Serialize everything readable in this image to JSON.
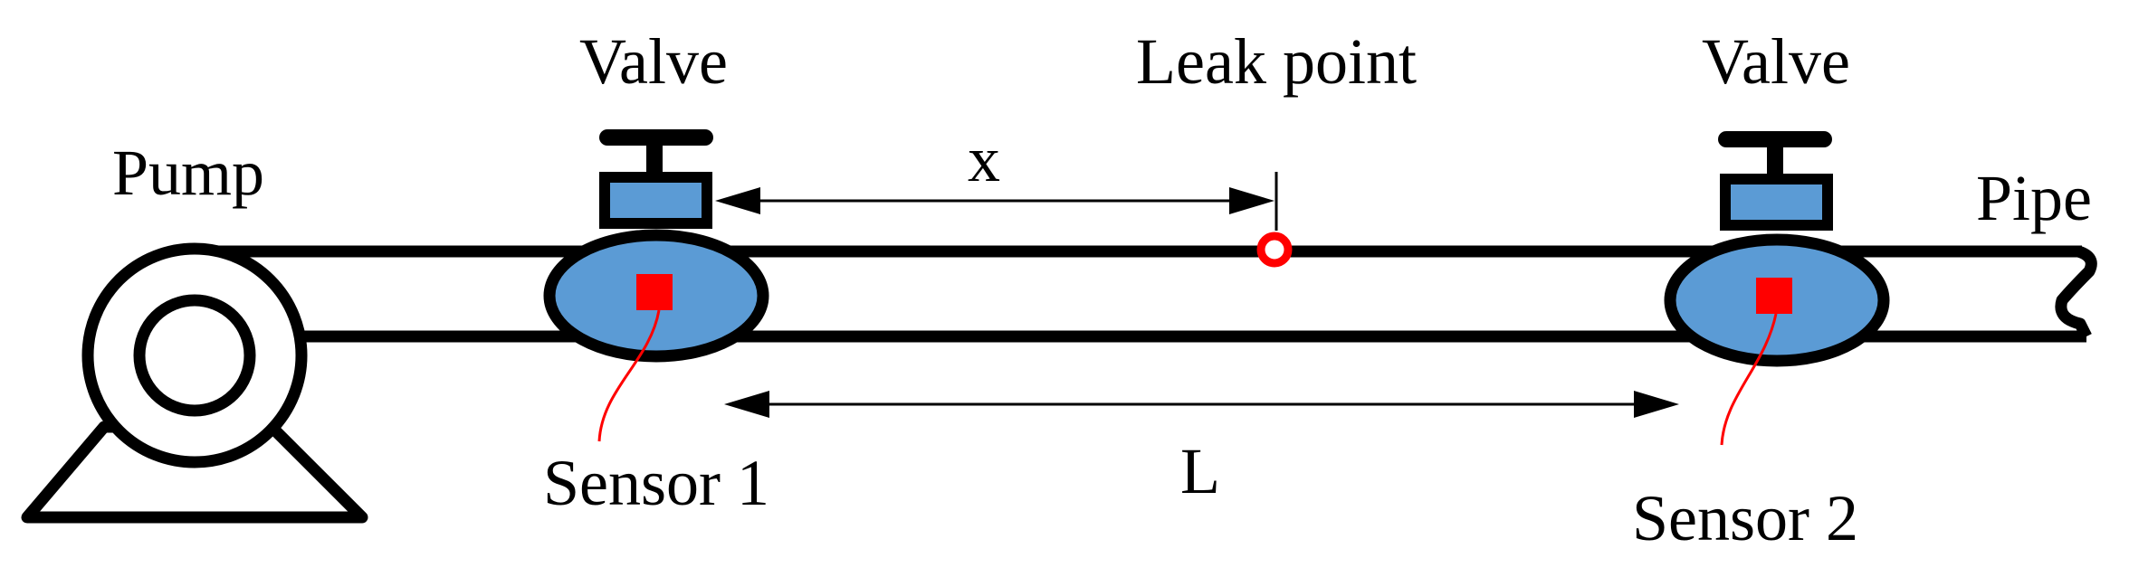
{
  "labels": {
    "valve_left": "Valve",
    "valve_right": "Valve",
    "leak_point": "Leak point",
    "pump": "Pump",
    "pipe": "Pipe",
    "distance_x": "x",
    "distance_L": "L",
    "sensor_1": "Sensor 1",
    "sensor_2": "Sensor 2"
  },
  "colors": {
    "valve_fill": "#5b9bd5",
    "sensor": "#ff0000",
    "leak_marker": "#ff0000",
    "sensor_wire": "#ff0000",
    "outline": "#000000"
  }
}
